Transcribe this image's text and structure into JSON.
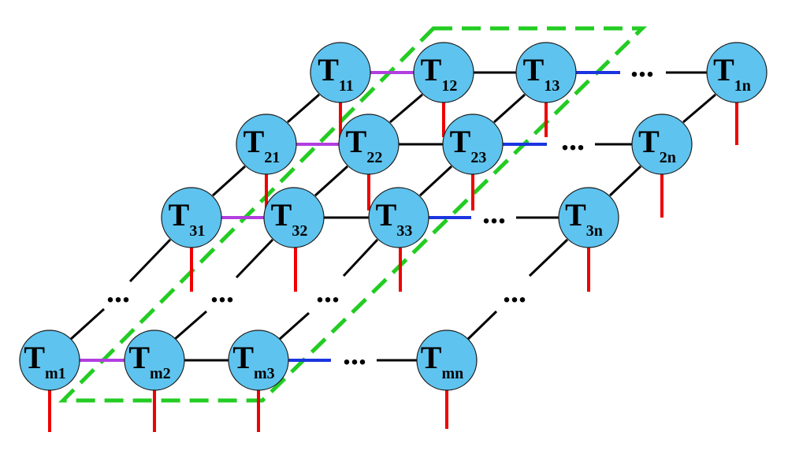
{
  "diagram": {
    "colors": {
      "node_fill": "#5ec3ee",
      "node_stroke": "#1a1a1a",
      "edge": "#000000",
      "purple_bond": "#b23ee0",
      "blue_bond": "#1a35e0",
      "physical_leg": "#ee0000",
      "boundary_dash": "#22cc22"
    },
    "ellipsis": "...",
    "nodes": [
      {
        "id": "11",
        "main": "T",
        "sub": "11"
      },
      {
        "id": "12",
        "main": "T",
        "sub": "12"
      },
      {
        "id": "13",
        "main": "T",
        "sub": "13"
      },
      {
        "id": "1n",
        "main": "T",
        "sub": "1n"
      },
      {
        "id": "21",
        "main": "T",
        "sub": "21"
      },
      {
        "id": "22",
        "main": "T",
        "sub": "22"
      },
      {
        "id": "23",
        "main": "T",
        "sub": "23"
      },
      {
        "id": "2n",
        "main": "T",
        "sub": "2n"
      },
      {
        "id": "31",
        "main": "T",
        "sub": "31"
      },
      {
        "id": "32",
        "main": "T",
        "sub": "32"
      },
      {
        "id": "33",
        "main": "T",
        "sub": "33"
      },
      {
        "id": "3n",
        "main": "T",
        "sub": "3n"
      },
      {
        "id": "m1",
        "main": "T",
        "sub": "m1"
      },
      {
        "id": "m2",
        "main": "T",
        "sub": "m2"
      },
      {
        "id": "m3",
        "main": "T",
        "sub": "m3"
      },
      {
        "id": "mn",
        "main": "T",
        "sub": "mn"
      }
    ]
  }
}
